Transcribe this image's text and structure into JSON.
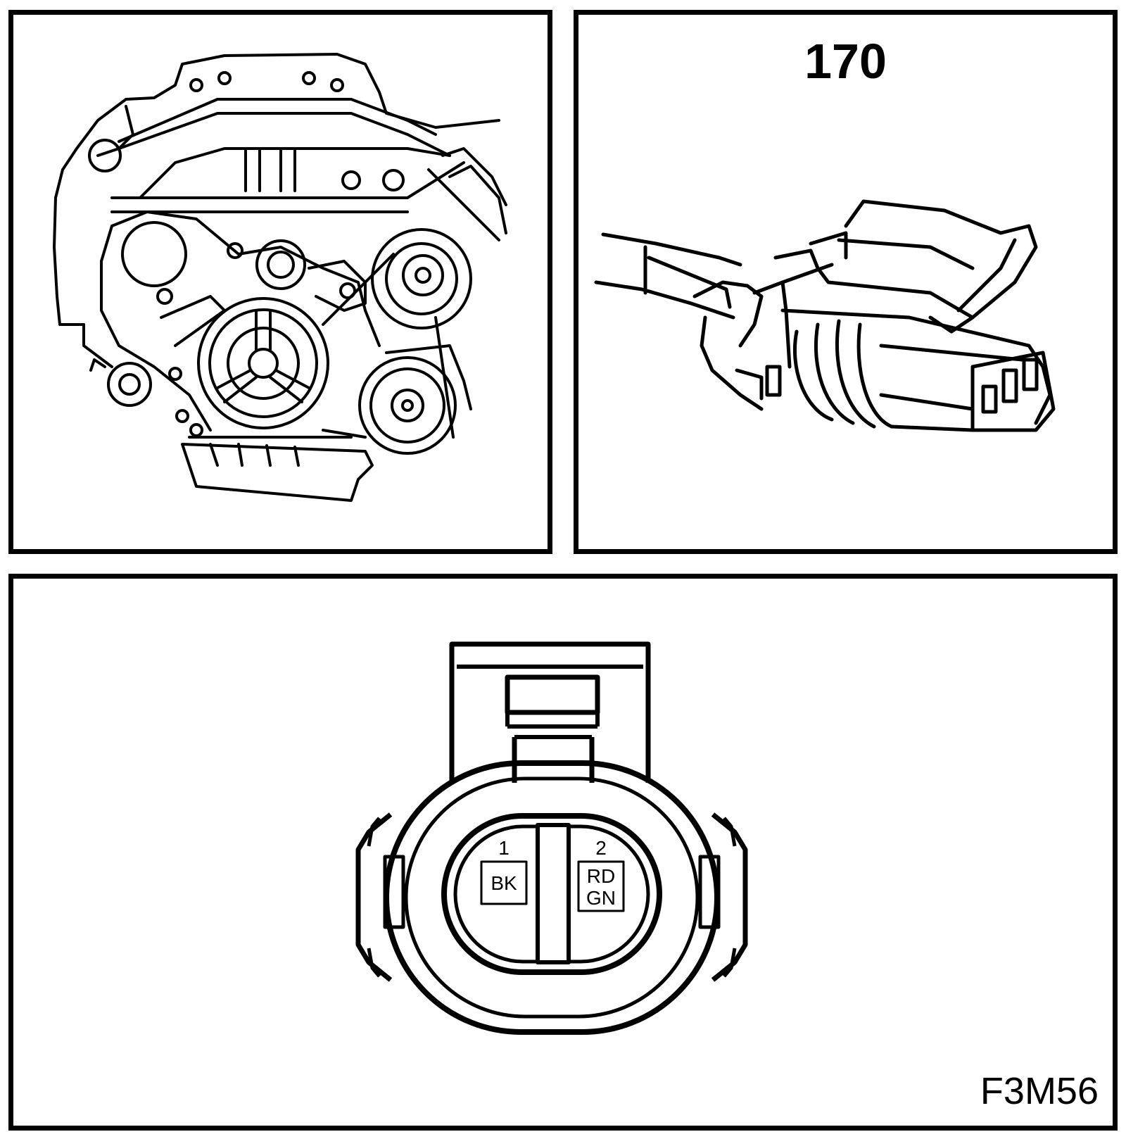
{
  "connector": {
    "number": "170"
  },
  "pinout": {
    "pins": [
      {
        "number": "1",
        "colors": [
          "BK"
        ]
      },
      {
        "number": "2",
        "colors": [
          "RD",
          "GN"
        ]
      }
    ]
  },
  "figure_code": "F3M56"
}
